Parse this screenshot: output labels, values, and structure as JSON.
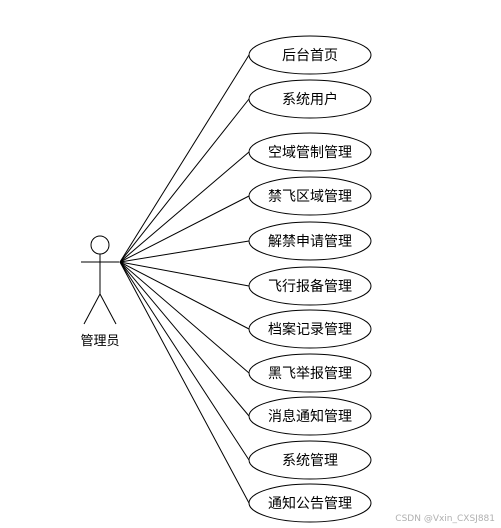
{
  "actor": {
    "label": "管理员"
  },
  "use_cases": [
    {
      "label": "后台首页"
    },
    {
      "label": "系统用户"
    },
    {
      "label": "空域管制管理"
    },
    {
      "label": "禁飞区域管理"
    },
    {
      "label": "解禁申请管理"
    },
    {
      "label": "飞行报备管理"
    },
    {
      "label": "档案记录管理"
    },
    {
      "label": "黑飞举报管理"
    },
    {
      "label": "消息通知管理"
    },
    {
      "label": "系统管理"
    },
    {
      "label": "通知公告管理"
    }
  ],
  "watermark": "CSDN @Vxin_CXSJ881"
}
